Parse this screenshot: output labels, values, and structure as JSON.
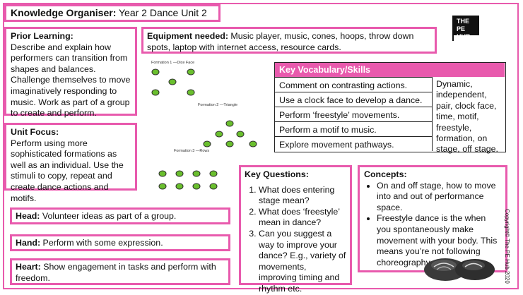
{
  "header": {
    "title_bold": "Knowledge Organiser:",
    "title_rest": " Year 2 Dance Unit 2"
  },
  "logo": {
    "line1": "THE",
    "line2": "PE",
    "line3": "HUB"
  },
  "prior_learning": {
    "label": "Prior Learning:",
    "text": "Describe and explain how performers can transition from shapes and balances.  Challenge themselves to move imaginatively responding to music.  Work as part of a group to create and perform."
  },
  "equipment": {
    "label": "Equipment needed:",
    "text": " Music player, music, cones, hoops, throw down spots, laptop with internet access, resource cards."
  },
  "unit_focus": {
    "label": "Unit Focus:",
    "text": "Perform using more sophisticated formations as well as an individual.  Use the stimuli to copy, repeat and create dance actions and motifs."
  },
  "formations": [
    {
      "caption": "Formation 1 —Dice Face"
    },
    {
      "caption": "Formation 2 —Triangle"
    },
    {
      "caption": "Formation 3 —Rows"
    }
  ],
  "vocab": {
    "header": "Key Vocabulary/Skills",
    "rows": [
      "Comment on contrasting actions.",
      "Use a clock face to develop a dance.",
      "Perform ‘freestyle’ movements.",
      "Perform a motif to music.",
      "Explore movement pathways."
    ],
    "side": "Dynamic, independent, pair, clock face, time, motif, freestyle, formation, on stage, off stage."
  },
  "key_questions": {
    "label": "Key Questions:",
    "items": [
      "What does entering stage mean?",
      "What does ‘freestyle’ mean in dance?",
      "Can you suggest a way to improve your dance? E.g., variety of movements, improving timing and rhythm etc."
    ]
  },
  "concepts": {
    "label": "Concepts:",
    "items": [
      "On and off stage, how to move into and out of performance space.",
      "Freestyle dance is the when you spontaneously make movement with your body. This means you’re not following choreography"
    ]
  },
  "head": {
    "label": "Head:",
    "text": " Volunteer ideas as part of a group."
  },
  "hand": {
    "label": "Hand:",
    "text": " Perform with some expression."
  },
  "heart": {
    "label": "Heart:",
    "text": " Show engagement in tasks and perform with freedom."
  },
  "copyright": "Copyright© The PE Hub 2020",
  "colors": {
    "accent": "#e85aad",
    "dot": "#6abf2e"
  }
}
